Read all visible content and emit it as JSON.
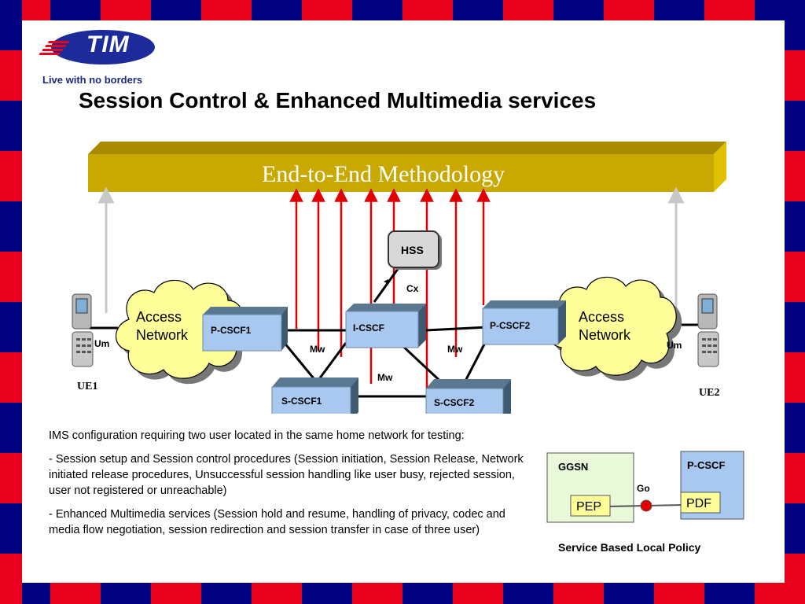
{
  "logo": {
    "brand": "TIM",
    "tagline": "Live with no borders"
  },
  "title": "Session Control &  Enhanced Multimedia services",
  "banner": {
    "label": "End-to-End Methodology"
  },
  "diagram": {
    "hss": "HSS",
    "cx": "Cx",
    "nodes": {
      "pcscf1": "P-CSCF1",
      "icscf": "I-CSCF",
      "pcscf2": "P-CSCF2",
      "scscf1": "S-CSCF1",
      "scscf2": "S-CSCF2"
    },
    "mw_left": "Mw",
    "mw_right": "Mw",
    "mw_bottom": "Mw",
    "access_left": [
      "Access",
      "Network"
    ],
    "access_right": [
      "Access",
      "Network"
    ],
    "um_left": "Um",
    "um_right": "Um",
    "ue1": "UE1",
    "ue2": "UE2"
  },
  "description": {
    "intro": "IMS configuration requiring two user located in the same home network for testing:",
    "item1": "-  Session setup and Session control procedures (Session initiation, Session Release, Network initiated release procedures, Unsuccessful session handling like user busy, rejected session, user not registered or unreachable)",
    "item2": "-  Enhanced Multimedia services (Session hold and resume, handling of privacy, codec and media flow negotiation, session redirection and session transfer in case of three user)"
  },
  "policy": {
    "ggsn": "GGSN",
    "pep": "PEP",
    "go": "Go",
    "pcscf": "P-CSCF",
    "pdf": "PDF",
    "caption": "Service Based Local Policy"
  },
  "colors": {
    "border_red": "#e8001c",
    "border_blue": "#000080",
    "banner_gold": "#c9a800",
    "cloud_yellow": "#ffff99",
    "node_blue": "#a8c8f0",
    "arrow_red": "#e00000"
  }
}
